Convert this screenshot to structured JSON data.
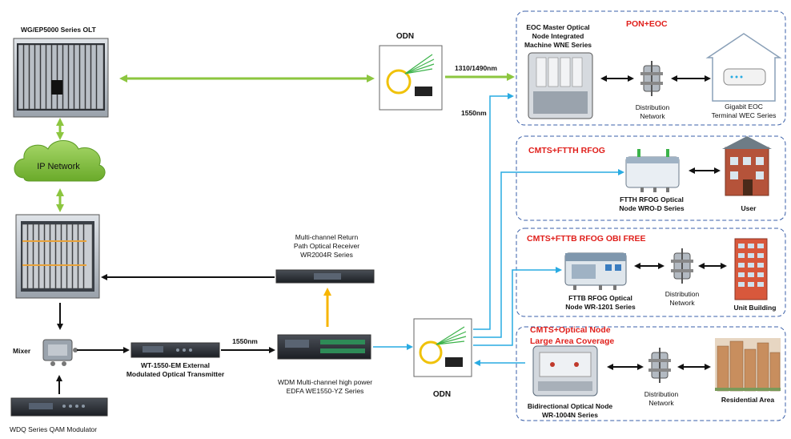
{
  "labels": {
    "olt": "WG/EP5000 Series OLT",
    "ip_network": "IP Network",
    "odn_top": "ODN",
    "odn_bottom": "ODN",
    "wl_1310": "1310/1490nm",
    "wl_1550_top": "1550nm",
    "wl_1550_mid": "1550nm",
    "mixer": "Mixer",
    "qam": "WDQ Series QAM Modulator",
    "transmitter": [
      "WT-1550-EM External",
      "Modulated Optical Transmitter"
    ],
    "edfa": [
      "WDM Multi-channel high power",
      "EDFA  WE1550-YZ Series"
    ],
    "receiver": [
      "Multi-channel Return",
      "Path Optical Receiver",
      "WR2004R Series"
    ]
  },
  "groups": [
    {
      "title": "PON+EOC",
      "device": [
        "EOC Master Optical",
        "Node Integrated",
        "Machine WNE Series"
      ],
      "dist": [
        "Distribution",
        "Network"
      ],
      "end": [
        "Gigabit EOC",
        "Terminal WEC Series"
      ]
    },
    {
      "title": "CMTS+FTTH RFOG",
      "device": [
        "FTTH RFOG Optical",
        "Node WRO-D Series"
      ],
      "end": [
        "User"
      ]
    },
    {
      "title": "CMTS+FTTB RFOG OBI FREE",
      "device": [
        "FTTB RFOG Optical",
        "Node WR-1201 Series"
      ],
      "dist": [
        "Distribution",
        "Network"
      ],
      "end": [
        "Unit Building"
      ]
    },
    {
      "title": [
        "CMTS+Optical Node",
        "Large Area Coverage"
      ],
      "device": [
        "Bidirectional Optical Node",
        "WR-1004N Series"
      ],
      "dist": [
        "Distribution",
        "Network"
      ],
      "end": [
        "Residential Area"
      ]
    }
  ],
  "colors": {
    "green": "#8cc63f",
    "blue": "#29abe2",
    "orange": "#f7b500",
    "red": "#e0201c",
    "dash": "#3a5fa8"
  }
}
